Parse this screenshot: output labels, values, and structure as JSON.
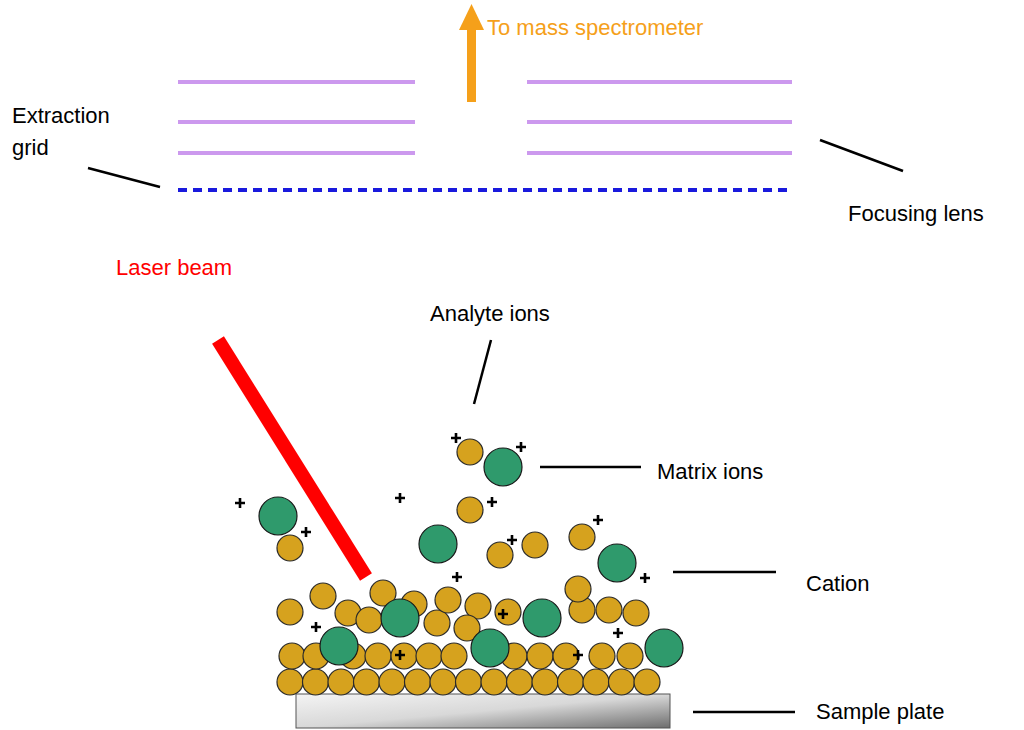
{
  "diagram": {
    "labels": [
      "To mass spectrometer",
      "Extraction grid",
      "Focusing lens",
      "Laser beam",
      "Analyte ions",
      "Matrix ions",
      "Cation",
      "Sample plate"
    ]
  }
}
